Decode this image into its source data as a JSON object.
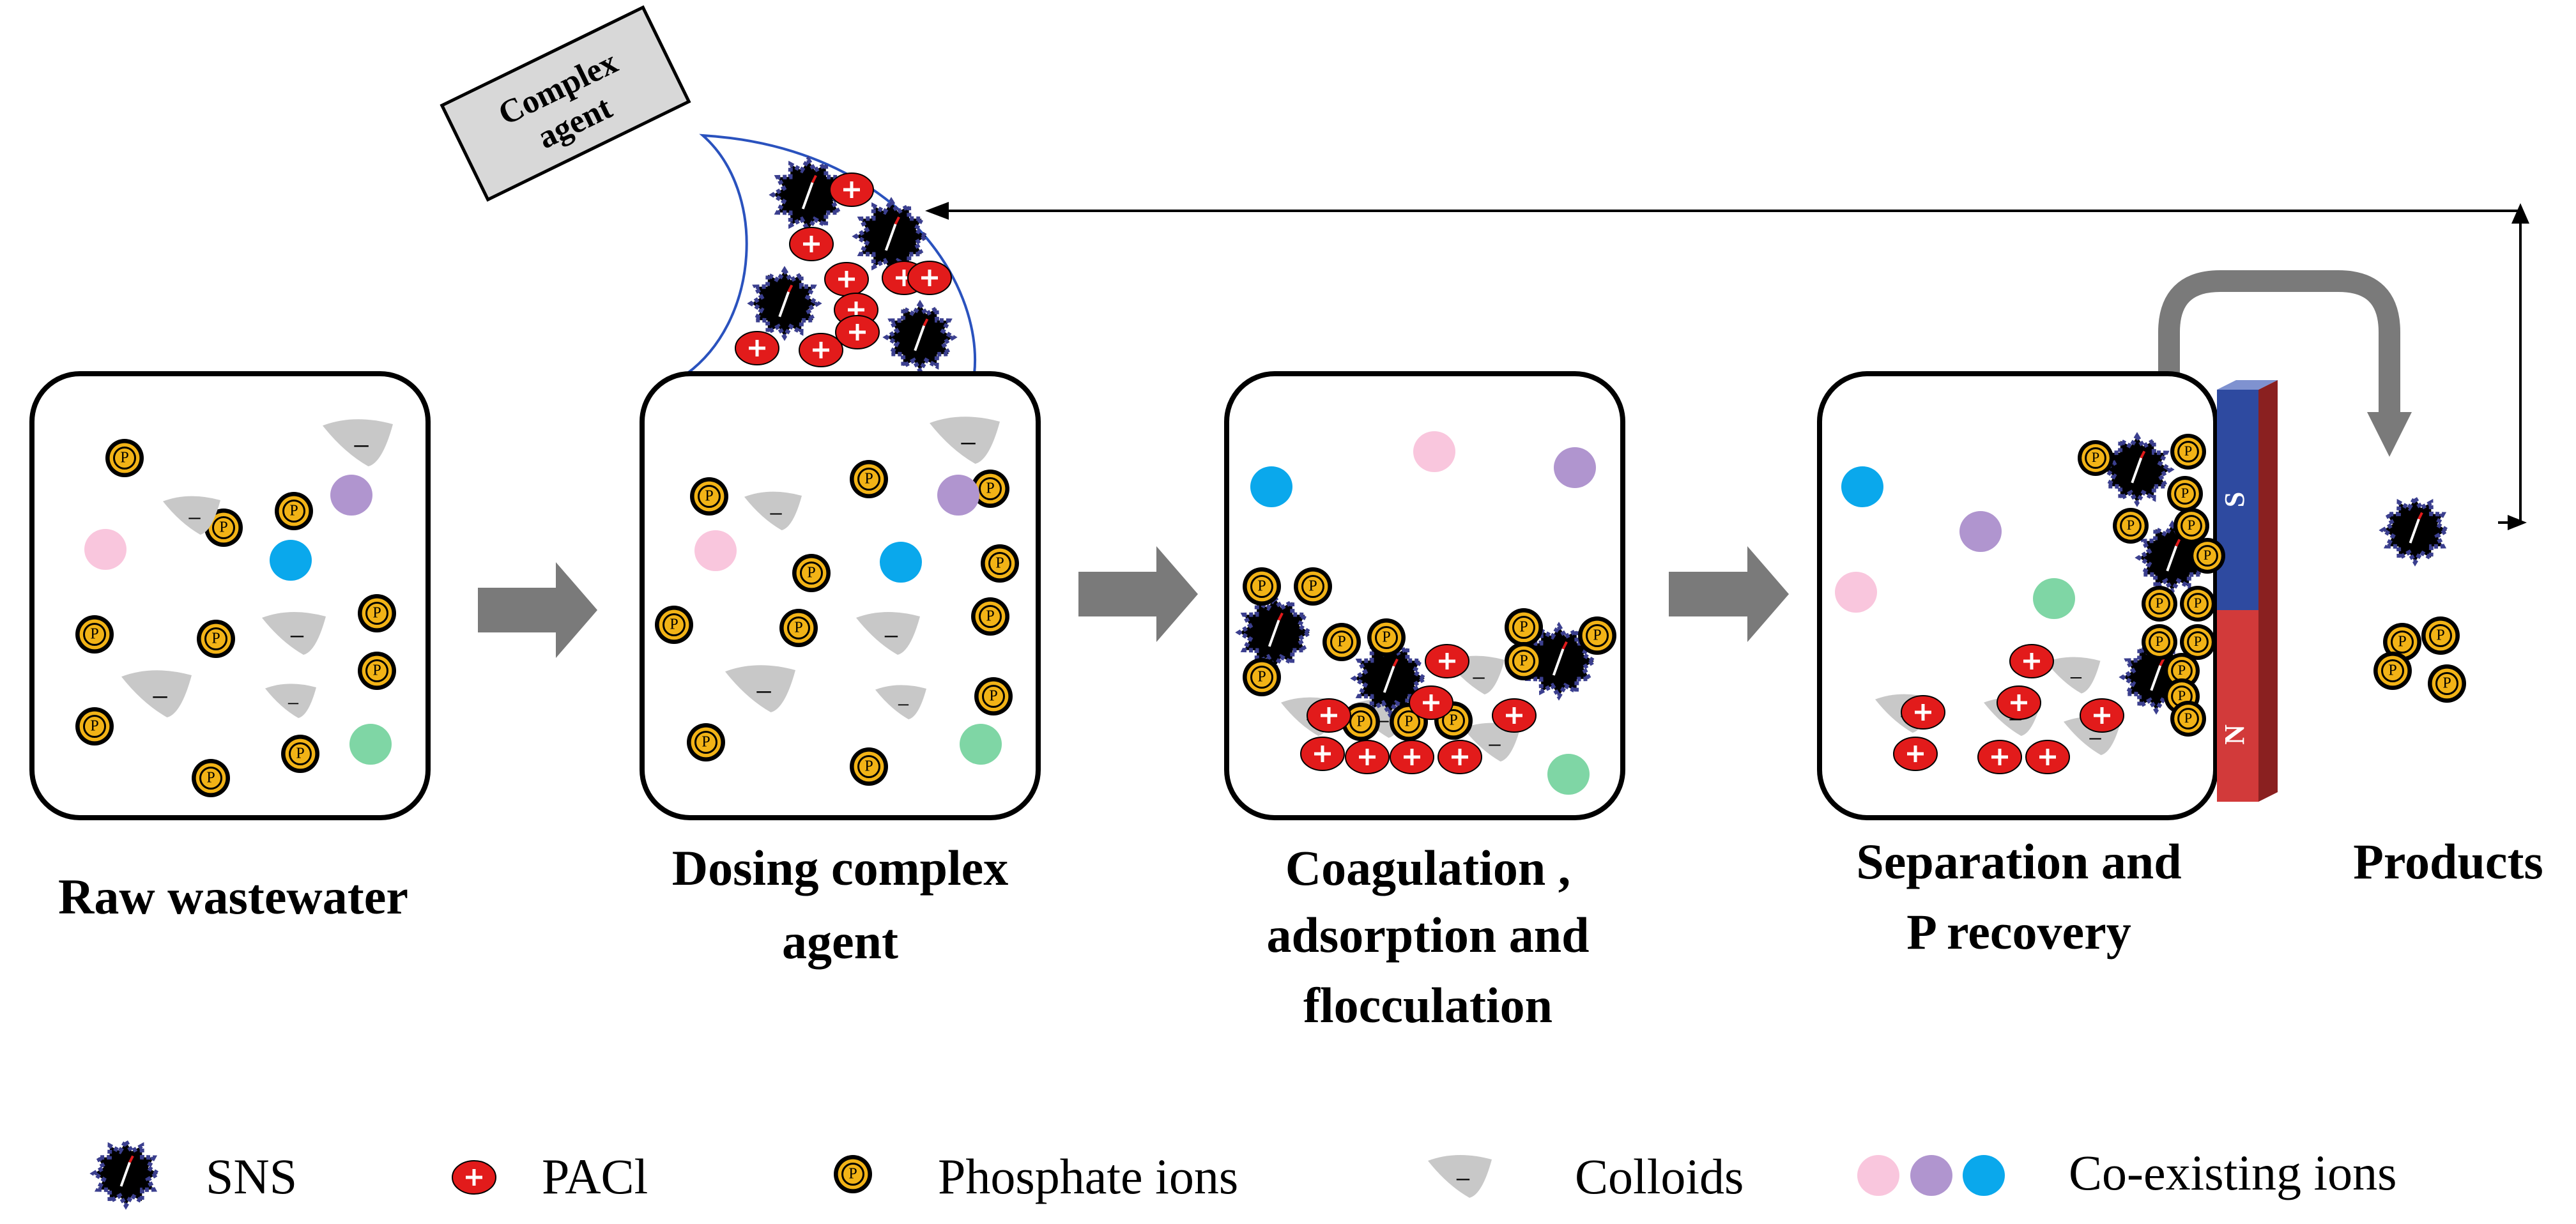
{
  "complex_agent": {
    "label_line1": "Complex",
    "label_line2": "agent"
  },
  "stages": [
    {
      "id": "raw",
      "line1": "Raw wastewater",
      "line2": ""
    },
    {
      "id": "dosing",
      "line1": "Dosing complex",
      "line2": "agent"
    },
    {
      "id": "coag",
      "line1": "Coagulation ,",
      "line2": "adsorption and",
      "line3": "flocculation"
    },
    {
      "id": "sep",
      "line1": "Separation and",
      "line2": "P recovery"
    }
  ],
  "products": {
    "label": "Products"
  },
  "magnet": {
    "pole_top": "S",
    "pole_bottom": "N",
    "top_color": "#2e4aa0",
    "bottom_color": "#d23a3a"
  },
  "glyphs": {
    "phosphate": "P",
    "pacl": "+",
    "colloid": "−"
  },
  "legend": {
    "sns": "SNS",
    "pacl": "PACl",
    "phosphate": "Phosphate ions",
    "colloids": "Colloids",
    "coexisting": "Co-existing ions"
  },
  "colors": {
    "phosphate_fill": "#f2b316",
    "pacl_fill": "#e21b1b",
    "colloid_fill": "#c8c8c8",
    "sns_core": "#000000",
    "sns_shell": "#3b3f8f",
    "ion_pink": "#f9c6dd",
    "ion_purple": "#b095cf",
    "ion_blue": "#0aa8ec",
    "ion_green": "#7fd6a5",
    "arrow_gray": "#7a7a7a"
  }
}
